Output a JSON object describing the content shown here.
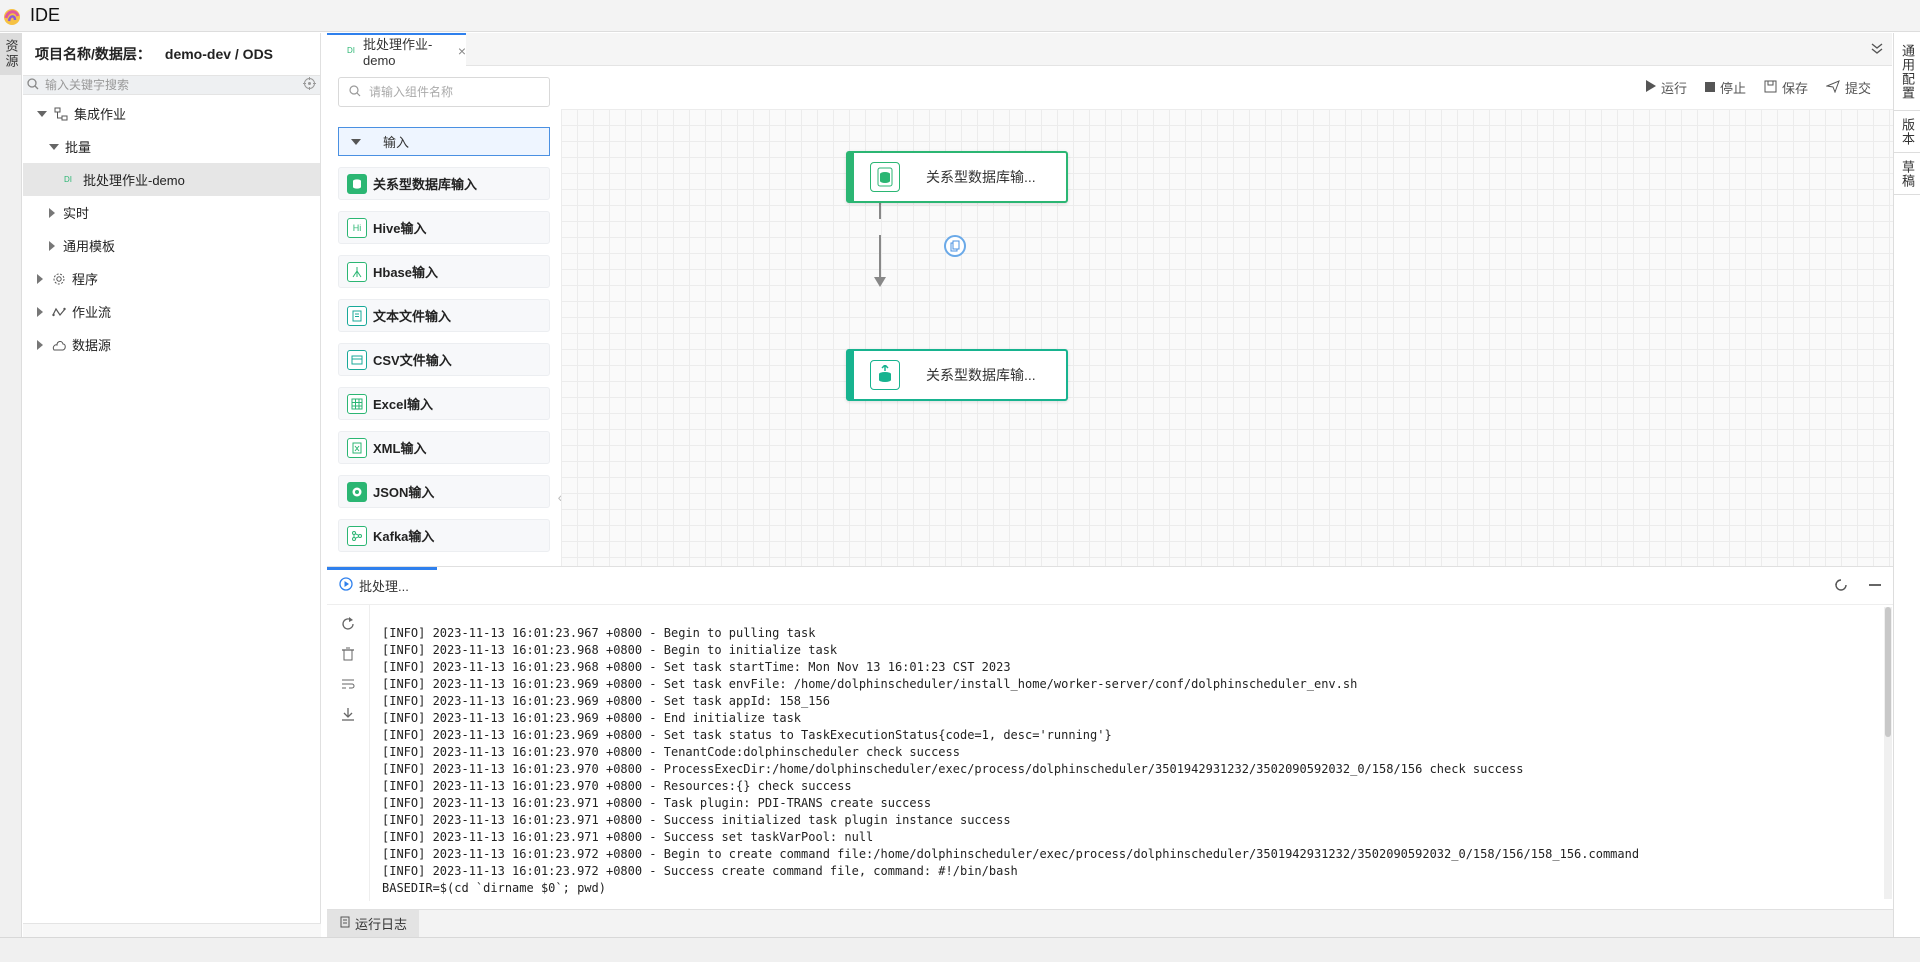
{
  "app": {
    "title": "IDE"
  },
  "left_strip": {
    "tab": "资源"
  },
  "sidebar": {
    "project_label": "项目名称/数据层：",
    "project_value": "demo-dev / ODS",
    "search_placeholder": "输入关键字搜索",
    "tree": [
      {
        "label": "集成作业"
      },
      {
        "label": "批量"
      },
      {
        "label": "批处理作业-demo",
        "badge": "DI"
      },
      {
        "label": "实时"
      },
      {
        "label": "通用模板"
      },
      {
        "label": "程序"
      },
      {
        "label": "作业流"
      },
      {
        "label": "数据源"
      }
    ]
  },
  "editor": {
    "tab": {
      "badge": "DI",
      "label": "批处理作业-demo",
      "close": "×"
    }
  },
  "right_strip": {
    "tabs": [
      "通用配置",
      "版本",
      "草稿"
    ]
  },
  "components": {
    "search_placeholder": "请输入组件名称",
    "group": "输入",
    "items": [
      {
        "label": "关系型数据库输入",
        "icon": "database-icon"
      },
      {
        "label": "Hive输入",
        "icon": "hive-icon",
        "glyph": "Hi"
      },
      {
        "label": "Hbase输入",
        "icon": "hbase-icon"
      },
      {
        "label": "文本文件输入",
        "icon": "text-file-icon"
      },
      {
        "label": "CSV文件输入",
        "icon": "csv-file-icon"
      },
      {
        "label": "Excel输入",
        "icon": "excel-icon"
      },
      {
        "label": "XML输入",
        "icon": "xml-icon"
      },
      {
        "label": "JSON输入",
        "icon": "json-icon"
      },
      {
        "label": "Kafka输入",
        "icon": "kafka-icon"
      }
    ]
  },
  "toolbar": {
    "run": "运行",
    "stop": "停止",
    "save": "保存",
    "submit": "提交"
  },
  "canvas": {
    "nodes": [
      {
        "label": "关系型数据库输...",
        "icon": "database-input-icon",
        "color": "#2bb673"
      },
      {
        "label": "关系型数据库输...",
        "icon": "database-output-icon",
        "color": "#17b38f"
      }
    ]
  },
  "log": {
    "title": "批处理...",
    "footer_tab": "运行日志",
    "lines": [
      "[INFO] 2023-11-13 16:01:23.967 +0800 - Begin to pulling task",
      "[INFO] 2023-11-13 16:01:23.968 +0800 - Begin to initialize task",
      "[INFO] 2023-11-13 16:01:23.968 +0800 - Set task startTime: Mon Nov 13 16:01:23 CST 2023",
      "[INFO] 2023-11-13 16:01:23.969 +0800 - Set task envFile: /home/dolphinscheduler/install_home/worker-server/conf/dolphinscheduler_env.sh",
      "[INFO] 2023-11-13 16:01:23.969 +0800 - Set task appId: 158_156",
      "[INFO] 2023-11-13 16:01:23.969 +0800 - End initialize task",
      "[INFO] 2023-11-13 16:01:23.969 +0800 - Set task status to TaskExecutionStatus{code=1, desc='running'}",
      "[INFO] 2023-11-13 16:01:23.970 +0800 - TenantCode:dolphinscheduler check success",
      "[INFO] 2023-11-13 16:01:23.970 +0800 - ProcessExecDir:/home/dolphinscheduler/exec/process/dolphinscheduler/3501942931232/3502090592032_0/158/156 check success",
      "[INFO] 2023-11-13 16:01:23.970 +0800 - Resources:{} check success",
      "[INFO] 2023-11-13 16:01:23.971 +0800 - Task plugin: PDI-TRANS create success",
      "[INFO] 2023-11-13 16:01:23.971 +0800 - Success initialized task plugin instance success",
      "[INFO] 2023-11-13 16:01:23.971 +0800 - Success set taskVarPool: null",
      "[INFO] 2023-11-13 16:01:23.972 +0800 - Begin to create command file:/home/dolphinscheduler/exec/process/dolphinscheduler/3501942931232/3502090592032_0/158/156/158_156.command",
      "[INFO] 2023-11-13 16:01:23.972 +0800 - Success create command file, command: #!/bin/bash",
      "BASEDIR=$(cd `dirname $0`; pwd)"
    ]
  }
}
